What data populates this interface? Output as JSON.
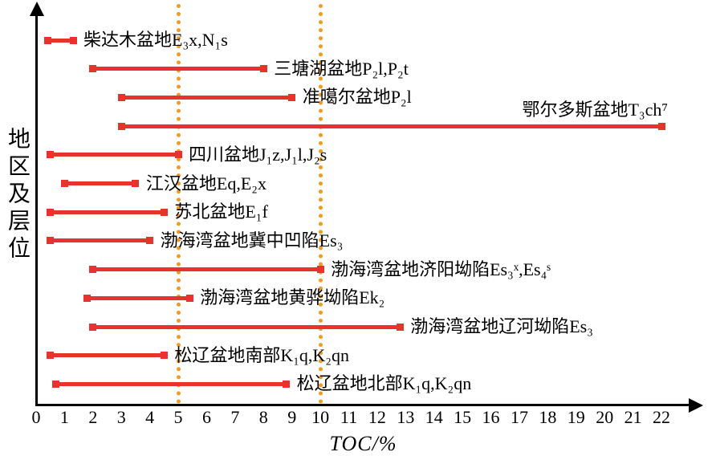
{
  "chart_data": {
    "type": "range-bar",
    "title": "",
    "xlabel": "TOC/%",
    "ylabel": "地区及层位",
    "xlim": [
      0,
      22.5
    ],
    "x_ticks": [
      0,
      1,
      2,
      3,
      4,
      5,
      6,
      7,
      8,
      9,
      10,
      11,
      12,
      13,
      14,
      15,
      16,
      17,
      18,
      19,
      20,
      21,
      22
    ],
    "grid": "off",
    "legend": "none",
    "bar_color": "#e8322c",
    "reference_lines": {
      "x_values": [
        5,
        10
      ],
      "style": "dotted",
      "color": "#f59a1c"
    },
    "series": [
      {
        "label": "柴达木盆地E₃x,N₁s",
        "min": 0.4,
        "max": 1.3
      },
      {
        "label": "三塘湖盆地P₂l,P₂t",
        "min": 2.0,
        "max": 8.0
      },
      {
        "label": "准噶尔盆地P₂l",
        "min": 3.0,
        "max": 9.0
      },
      {
        "label": "鄂尔多斯盆地T₃ch⁷",
        "min": 3.0,
        "max": 22.0,
        "label_placement": "above"
      },
      {
        "label": "四川盆地J₁z,J₁l,J₂s",
        "min": 0.5,
        "max": 5.0
      },
      {
        "label": "江汉盆地Eq,E₂x",
        "min": 1.0,
        "max": 3.5
      },
      {
        "label": "苏北盆地E₁f",
        "min": 0.5,
        "max": 4.5
      },
      {
        "label": "渤海湾盆地冀中凹陷Es₃",
        "min": 0.5,
        "max": 4.0
      },
      {
        "label": "渤海湾盆地济阳坳陷Es₃ˣ,Es₄ˢ",
        "min": 2.0,
        "max": 10.0
      },
      {
        "label": "渤海湾盆地黄骅坳陷Ek₂",
        "min": 1.8,
        "max": 5.4
      },
      {
        "label": "渤海湾盆地辽河坳陷Es₃",
        "min": 2.0,
        "max": 12.8
      },
      {
        "label": "松辽盆地南部K₁q,K₂qn",
        "min": 0.5,
        "max": 4.5
      },
      {
        "label": "松辽盆地北部K₁q,K₂qn",
        "min": 0.7,
        "max": 8.8
      }
    ]
  }
}
